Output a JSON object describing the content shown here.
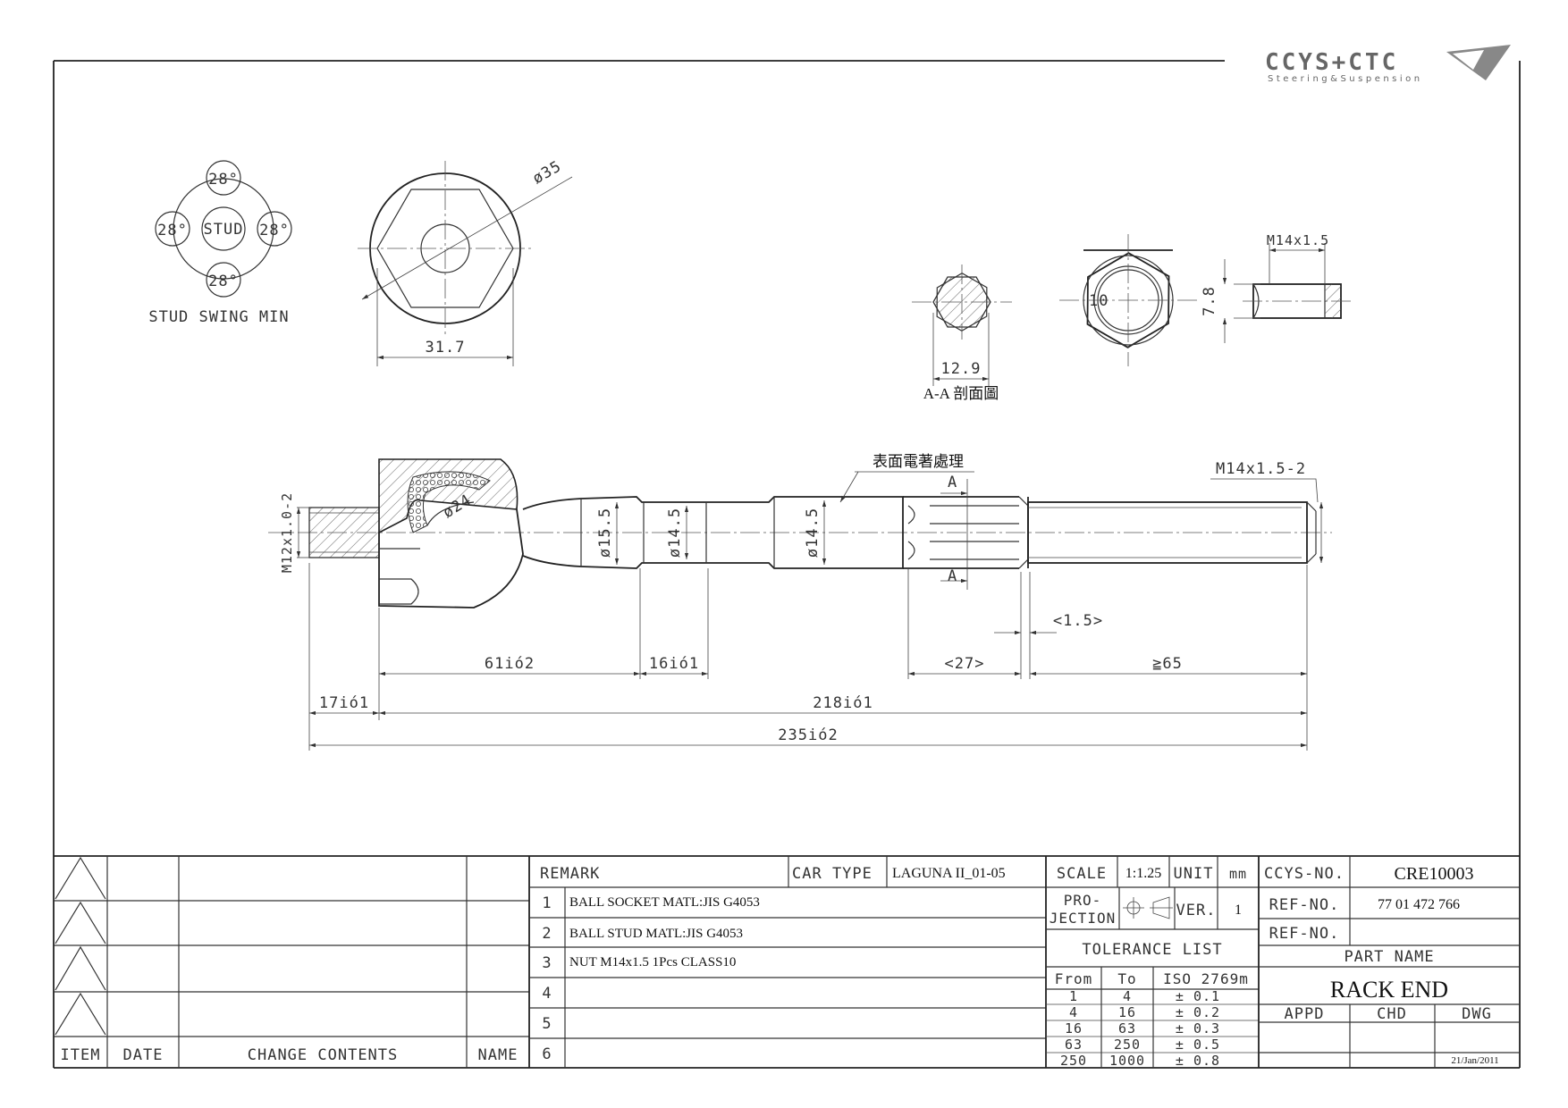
{
  "brand": {
    "logo": "CCYS+CTC",
    "tagline": "Steering&Suspension"
  },
  "views": {
    "swing": {
      "center": "STUD",
      "angles": [
        "28°",
        "28°",
        "28°",
        "28°"
      ],
      "caption": "STUD SWING MIN"
    },
    "socket": {
      "dia": "ø35",
      "width": "31.7"
    },
    "section": {
      "width": "12.9",
      "caption": "A-A 剖面圖"
    },
    "nut": {
      "hex": "10",
      "height": "7.8",
      "thread": "M14x1.5"
    },
    "rod": {
      "surface_note": "表面電著處理",
      "inner_thread": "M12x1.0-2",
      "outer_thread": "M14x1.5-2",
      "ball_dia": "ø24",
      "d1": "ø15.5",
      "d2": "ø14.5",
      "d3": "ø14.5",
      "sec_a_top": "A",
      "sec_a_bot": "A",
      "dims": [
        "61ió2",
        "16ió1",
        "<27>",
        "≧65",
        "<1.5>",
        "17ió1",
        "218ió1",
        "235ió2"
      ]
    }
  },
  "revisions": {
    "headers": [
      "ITEM",
      "DATE",
      "CHANGE CONTENTS",
      "NAME"
    ]
  },
  "remarks": {
    "label": "REMARK",
    "car_type_label": "CAR TYPE",
    "car_type": "LAGUNA II_01-05",
    "items": [
      {
        "no": "1",
        "text": "BALL SOCKET MATL:JIS  G4053"
      },
      {
        "no": "2",
        "text": "BALL STUD MATL:JIS G4053"
      },
      {
        "no": "3",
        "text": "NUT M14x1.5 1Pcs CLASS10"
      },
      {
        "no": "4",
        "text": ""
      },
      {
        "no": "5",
        "text": ""
      },
      {
        "no": "6",
        "text": ""
      }
    ]
  },
  "titleblock": {
    "scale_label": "SCALE",
    "scale": "1:1.25",
    "unit_label": "UNIT",
    "unit": "mm",
    "proj_label1": "PRO-",
    "proj_label2": "JECTION",
    "ver_label": "VER.",
    "ver": "1",
    "tol_title": "TOLERANCE LIST",
    "tol_headers": [
      "From",
      "To",
      "ISO 2769m"
    ],
    "tol_rows": [
      [
        "1",
        "4",
        "± 0.1"
      ],
      [
        "4",
        "16",
        "± 0.2"
      ],
      [
        "16",
        "63",
        "± 0.3"
      ],
      [
        "63",
        "250",
        "± 0.5"
      ],
      [
        "250",
        "1000",
        "± 0.8"
      ]
    ],
    "ccys_label": "CCYS-NO.",
    "ccys_no": "CRE10003",
    "ref_label1": "REF-NO.",
    "ref_no1": "77 01 472 766",
    "ref_label2": "REF-NO.",
    "ref_no2": "",
    "part_label": "PART NAME",
    "part_name": "RACK END",
    "appd": "APPD",
    "chd": "CHD",
    "dwg": "DWG",
    "date": "21/Jan/2011"
  }
}
